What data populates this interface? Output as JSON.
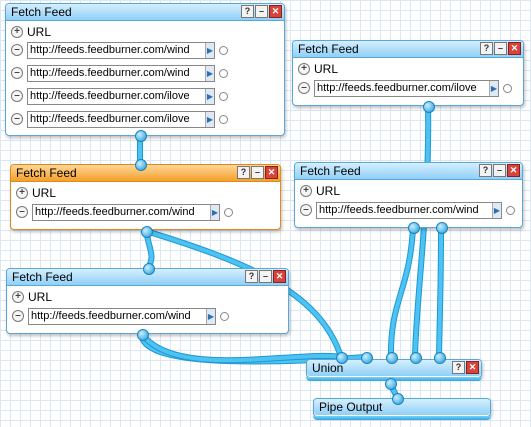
{
  "modules": {
    "fetch1": {
      "title": "Fetch Feed",
      "url_label": "URL",
      "urls": [
        "http://feeds.feedburner.com/wind",
        "http://feeds.feedburner.com/wind",
        "http://feeds.feedburner.com/ilove",
        "http://feeds.feedburner.com/ilove"
      ]
    },
    "fetch2": {
      "title": "Fetch Feed",
      "url_label": "URL",
      "urls": [
        "http://feeds.feedburner.com/ilove"
      ]
    },
    "fetch3": {
      "title": "Fetch Feed",
      "url_label": "URL",
      "urls": [
        "http://feeds.feedburner.com/wind"
      ]
    },
    "fetch4": {
      "title": "Fetch Feed",
      "url_label": "URL",
      "urls": [
        "http://feeds.feedburner.com/wind"
      ]
    },
    "fetch5": {
      "title": "Fetch Feed",
      "url_label": "URL",
      "urls": [
        "http://feeds.feedburner.com/wind"
      ]
    },
    "union": {
      "title": "Union"
    },
    "output": {
      "title": "Pipe Output"
    }
  },
  "buttons": {
    "help": "?",
    "minimize": "–",
    "close": "✕",
    "add": "+",
    "remove": "–",
    "dropdown": "▶"
  },
  "icons": {
    "help": "help-icon",
    "minimize": "minimize-icon",
    "close": "close-icon",
    "add": "plus-icon",
    "remove": "minus-icon",
    "dropdown": "arrow-right-icon",
    "terminal": "terminal-icon"
  },
  "colors": {
    "wire": "#4cc3f0",
    "wire_outline": "#1e97d6",
    "module_border": "#5aa7d9",
    "selected": "#f5a02a",
    "union_accent": "#2aa6e2"
  }
}
